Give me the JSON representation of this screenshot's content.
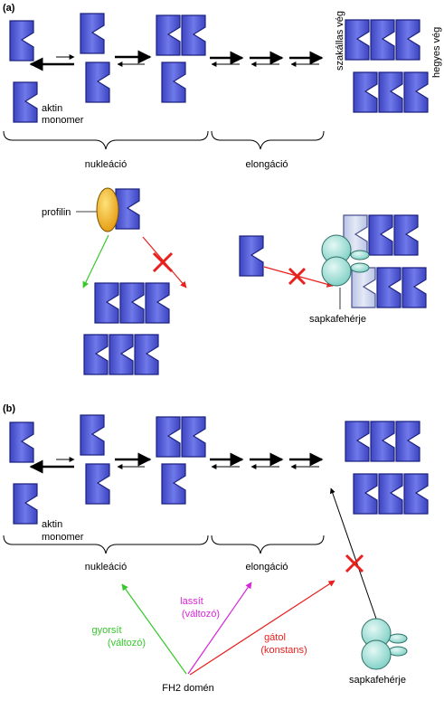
{
  "panel_a": {
    "panel_label": "(a)",
    "actin_label_line1": "aktin",
    "actin_label_line2": "monomer",
    "nucleation": "nukleáció",
    "elongation": "elongáció",
    "barbed_end": "szakállas vég",
    "pointed_end": "hegyes vég",
    "profilin": "profilin",
    "capping_protein": "sapkafehérje"
  },
  "panel_b": {
    "panel_label": "(b)",
    "actin_label_line1": "aktin",
    "actin_label_line2": "monomer",
    "nucleation": "nukleáció",
    "elongation": "elongáció",
    "accelerates_line1": "gyorsít",
    "accelerates_line2": "(változó)",
    "slows_line1": "lassít",
    "slows_line2": "(változó)",
    "inhibits_line1": "gátol",
    "inhibits_line2": "(konstans)",
    "fh2_domain": "FH2 domén",
    "capping_protein": "sapkafehérje"
  },
  "colors": {
    "actin_fill": "#5a63d8",
    "actin_light_fill": "#cdd6ec",
    "profilin_fill": "#f2bd26",
    "capping_fill": "#a9e1da",
    "inhibit_red": "#e8201e",
    "green": "#37c82c",
    "magenta": "#d826d8"
  }
}
